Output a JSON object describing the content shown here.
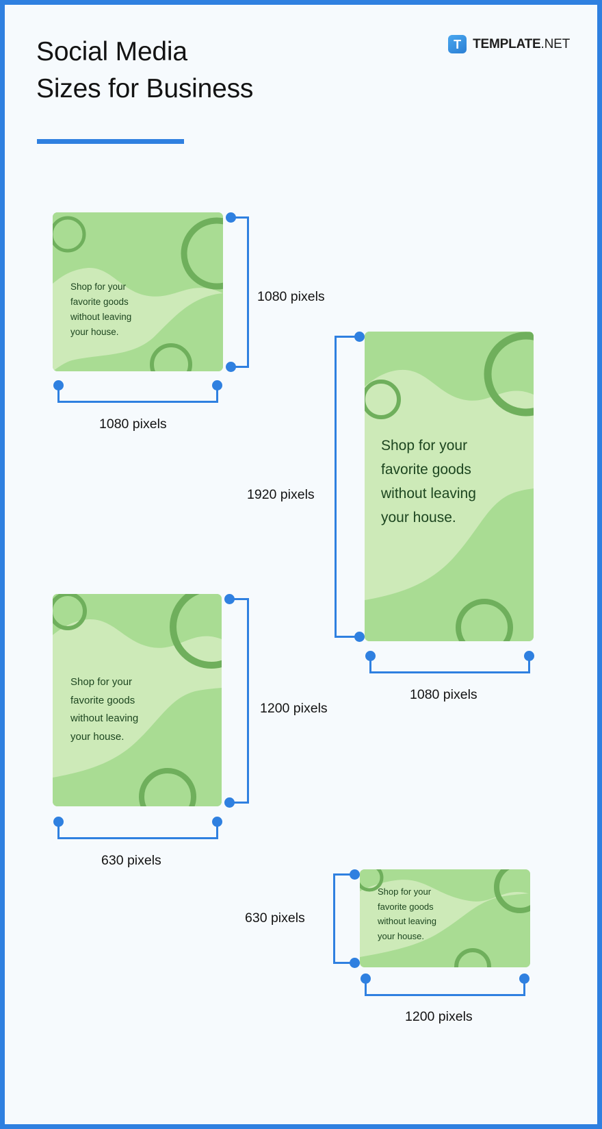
{
  "header": {
    "title_line1": "Social Media",
    "title_line2": "Sizes for Business",
    "brand_mark": "T",
    "brand_name": "TEMPLATE",
    "brand_tld": ".NET"
  },
  "colors": {
    "accent_blue": "#2f80e0",
    "page_background": "#f6fafd",
    "card_light_green": "#cdeab8",
    "card_mid_green": "#b7e2a0",
    "card_dark_green": "#a3d98d",
    "card_ring_green": "#6faf5c",
    "card_text_green": "#1d4620"
  },
  "cards": [
    {
      "name": "instagram-square",
      "copy": "Shop for your\nfavorite goods\nwithout leaving\nyour house.",
      "width_label": "1080 pixels",
      "height_label": "1080 pixels"
    },
    {
      "name": "story-portrait",
      "copy": "Shop for your\nfavorite goods\nwithout leaving\nyour house.",
      "width_label": "1080 pixels",
      "height_label": "1920 pixels"
    },
    {
      "name": "pinterest-portrait",
      "copy": "Shop for your\nfavorite goods\nwithout leaving\nyour house.",
      "width_label": "630 pixels",
      "height_label": "1200 pixels"
    },
    {
      "name": "facebook-landscape",
      "copy": "Shop for your\nfavorite goods\nwithout leaving\nyour house.",
      "width_label": "1200 pixels",
      "height_label": "630 pixels"
    }
  ]
}
